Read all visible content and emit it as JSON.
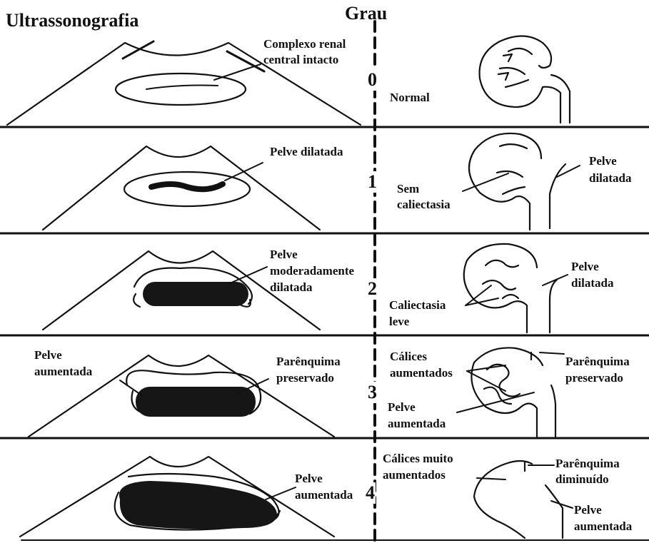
{
  "headers": {
    "left_title": "Ultrassonografia",
    "center_title": "Grau"
  },
  "grades": [
    {
      "number": "0",
      "ultrasound_labels": [
        "Complexo renal",
        "central intacto"
      ],
      "kidney_labels": [
        "Normal"
      ]
    },
    {
      "number": "1",
      "ultrasound_labels": [
        "Pelve dilatada"
      ],
      "kidney_labels": [
        "Sem",
        "caliectasia",
        "Pelve",
        "dilatada"
      ]
    },
    {
      "number": "2",
      "ultrasound_labels": [
        "Pelve",
        "moderadamente",
        "dilatada"
      ],
      "kidney_labels": [
        "Caliectasia",
        "leve",
        "Pelve",
        "dilatada"
      ]
    },
    {
      "number": "3",
      "ultrasound_labels": [
        "Pelve",
        "aumentada",
        "Parênquima",
        "preservado"
      ],
      "kidney_labels": [
        "Cálices",
        "aumentados",
        "Pelve",
        "aumentada",
        "Parênquima",
        "preservado"
      ]
    },
    {
      "number": "4",
      "ultrasound_labels": [
        "Pelve",
        "aumentada"
      ],
      "kidney_labels": [
        "Cálices muito",
        "aumentados",
        "Parênquima",
        "diminuído",
        "Pelve",
        "aumentada"
      ]
    }
  ],
  "colors": {
    "ink": "#111111",
    "background": "#ffffff",
    "dilation_fill": "#161616"
  }
}
